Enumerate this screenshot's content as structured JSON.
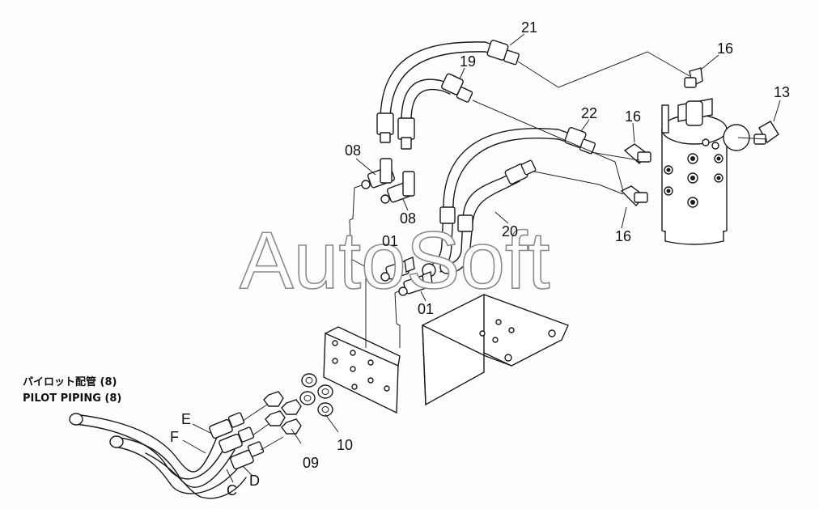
{
  "watermark": "AutoSoft",
  "pilot_note": {
    "line_jp": "パイロット配管 (8)",
    "line_en": "PILOT PIPING (8)"
  },
  "callouts": {
    "p21": "21",
    "p19": "19",
    "p16a": "16",
    "p13": "13",
    "p16b": "16",
    "p22": "22",
    "p08a": "08",
    "p08b": "08",
    "p20": "20",
    "p16c": "16",
    "p01a": "01",
    "p01b": "01",
    "pE": "E",
    "pF": "F",
    "pC": "C",
    "pD": "D",
    "p09": "09",
    "p10": "10"
  }
}
